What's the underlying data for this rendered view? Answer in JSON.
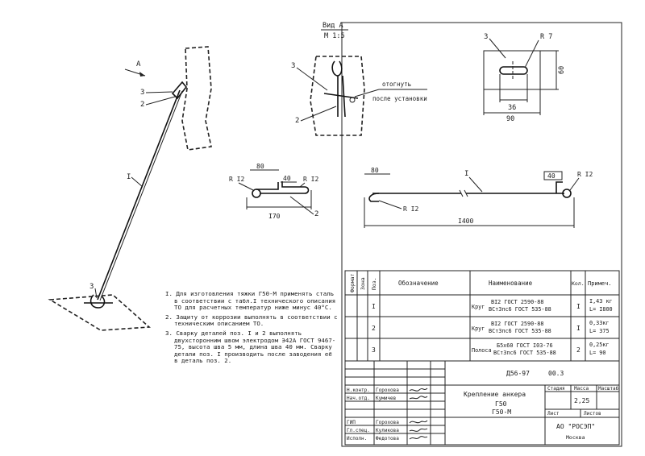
{
  "view": {
    "title": "Вид А",
    "scale": "М 1:5"
  },
  "labels": {
    "arrow_a": "А",
    "pos1": "I",
    "pos2": "2",
    "pos3": "3",
    "bend_note_1": "отогнуть",
    "bend_note_2": "после установки"
  },
  "dims": {
    "plate_r": "R 7",
    "plate_w": "90",
    "plate_h": "60",
    "plate_slot": "36",
    "p2_80": "80",
    "p2_40": "40",
    "p2_r_left": "R I2",
    "p2_r_right": "R I2",
    "p2_170": "I70",
    "p1_80": "80",
    "p1_40": "40",
    "p1_r_right": "R I2",
    "p1_r_low": "R I2",
    "p1_1400": "I400"
  },
  "notes": [
    "I. Для изготовления тяжки Г50-М применять сталь в соответствии с табл.I технического описания ТО для расчетных температур ниже минус 40°С.",
    "2. Защиту от коррозии выполнять в соответствии с техническим описанием ТО.",
    "3. Сварку деталей поз. I и 2 выполнять двухсторонним швом электродом Э42А ГОСТ 9467-75, высота шва 5 мм, длина шва 40 мм. Сварку детали поз. I производить после заводения её в деталь поз. 2."
  ],
  "spec": {
    "headers": {
      "format": "Формат",
      "zone": "Зона",
      "pos": "Поз.",
      "designation": "Обозначение",
      "name": "Наименование",
      "qty": "Кол.",
      "note": "Примеч."
    },
    "rows": [
      {
        "pos": "I",
        "name_prefix": "Круг",
        "name_l1": "ВI2 ГОСТ 2590-88",
        "name_l2": "ВСт3пс6 ГОСТ 535-88",
        "qty": "I",
        "note_l1": "I,43 кг",
        "note_l2": "L= I800"
      },
      {
        "pos": "2",
        "name_prefix": "Круг",
        "name_l1": "ВI2 ГОСТ 2590-88",
        "name_l2": "ВСт3пс6 ГОСТ 535-88",
        "qty": "I",
        "note_l1": "0,33кг",
        "note_l2": "L= 375"
      },
      {
        "pos": "3",
        "name_prefix": "Полоса",
        "name_l1": "Б5х60 ГОСТ I03-76",
        "name_l2": "ВСт3пс6 ГОСТ 535-88",
        "qty": "2",
        "note_l1": "0,25кг",
        "note_l2": "L= 90"
      }
    ]
  },
  "stamp": {
    "doc_code": "Д56-97",
    "doc_part": "00.3",
    "title": "Крепление анкера",
    "subtitle_1": "Г50",
    "subtitle_2": "Г50-М",
    "stage_h": "Стадия",
    "mass_h": "Масса",
    "scale_h": "Масштаб",
    "mass": "2,25",
    "sheet_h": "Лист",
    "sheets_h": "Листов",
    "org": "АО \"РОСЭП\"",
    "city": "Москва",
    "sign_rows": [
      {
        "role": "Н.контр.",
        "name": "Горохова"
      },
      {
        "role": "Нач.отд.",
        "name": "Кумичев"
      },
      {
        "role": "",
        "name": ""
      },
      {
        "role": "ГИП",
        "name": "Горохова"
      },
      {
        "role": "Гл.спец.",
        "name": "Куликова"
      },
      {
        "role": "Исполн.",
        "name": "Федотова"
      }
    ]
  }
}
